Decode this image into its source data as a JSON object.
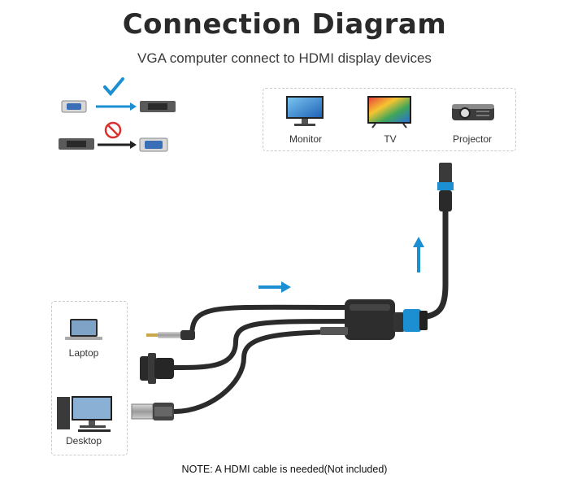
{
  "header": {
    "title": "Connection Diagram",
    "subtitle": "VGA computer connect to HDMI display devices"
  },
  "displays": [
    {
      "label": "Monitor",
      "icon": "monitor-icon"
    },
    {
      "label": "TV",
      "icon": "tv-icon"
    },
    {
      "label": "Projector",
      "icon": "projector-icon"
    }
  ],
  "sources": [
    {
      "label": "Laptop",
      "icon": "laptop-icon"
    },
    {
      "label": "Desktop",
      "icon": "desktop-icon"
    }
  ],
  "direction_legend": [
    {
      "from": "vga-port",
      "to": "hdmi-port",
      "status": "check-icon"
    },
    {
      "from": "hdmi-port",
      "to": "vga-port",
      "status": "prohibited-icon"
    }
  ],
  "footer": {
    "note": "NOTE: A HDMI cable is needed(Not included)"
  },
  "colors": {
    "accent": "#1b8fd1",
    "check": "#1b8fd1",
    "prohibited": "#d9302f",
    "cable": "#2b2b2b"
  }
}
